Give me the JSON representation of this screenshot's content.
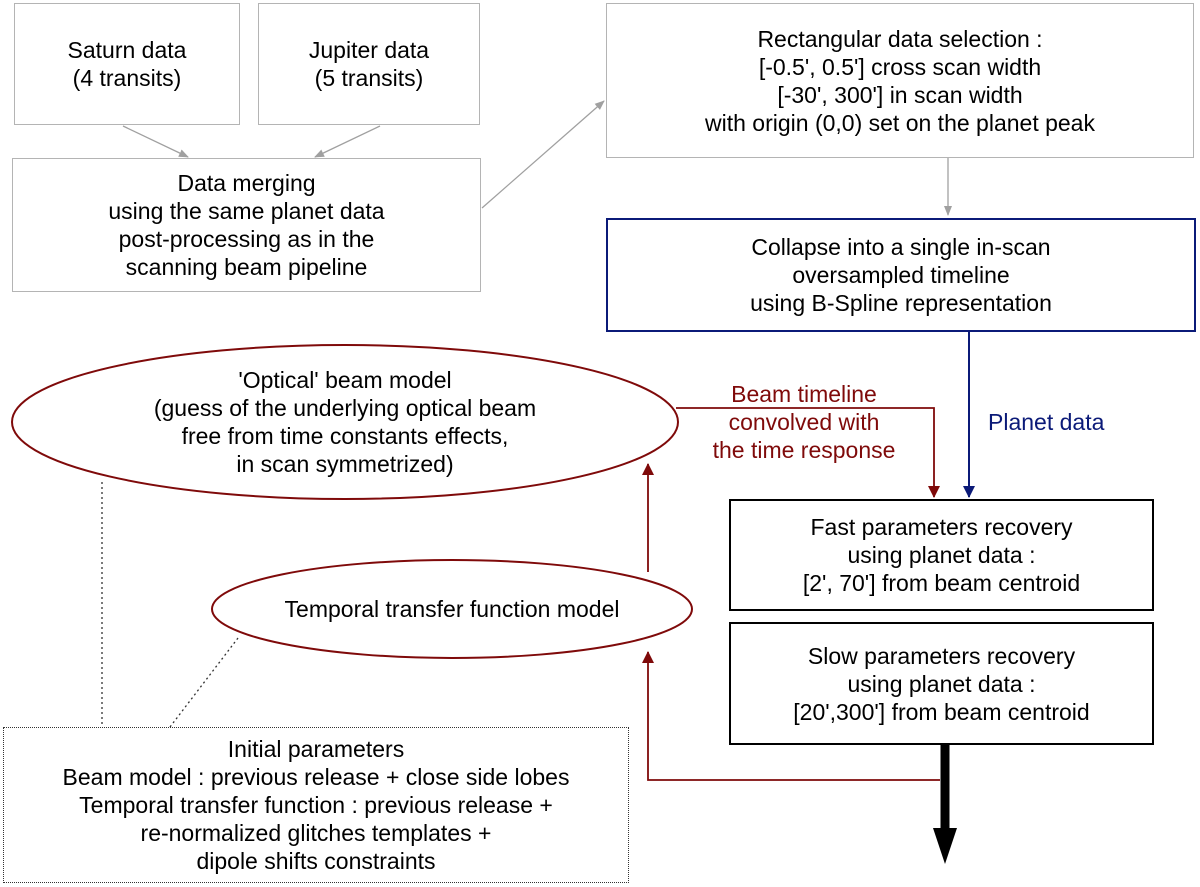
{
  "colors": {
    "grey_edge": "#b4b4b4",
    "grey_arrow": "#a0a0a0",
    "blue": "#0b1a78",
    "dark_red": "#7f0a0a",
    "black": "#000000"
  },
  "nodes": {
    "saturn": {
      "lines": [
        "Saturn data",
        "(4 transits)"
      ]
    },
    "jupiter": {
      "lines": [
        "Jupiter data",
        "(5 transits)"
      ]
    },
    "merging": {
      "lines": [
        "Data merging",
        "using the same planet data",
        "post-processing as in the",
        "scanning beam pipeline"
      ]
    },
    "selection": {
      "lines": [
        "Rectangular data selection :",
        "[-0.5', 0.5'] cross scan width",
        "[-30', 300'] in scan width",
        "with origin (0,0) set on the planet peak"
      ]
    },
    "collapse": {
      "lines": [
        "Collapse into a single in-scan",
        "oversampled timeline",
        "using B-Spline representation"
      ]
    },
    "optical_model": {
      "lines": [
        "'Optical' beam model",
        "(guess of the underlying optical beam",
        "free from time constants effects,",
        "in scan symmetrized)"
      ]
    },
    "temporal_model": {
      "lines": [
        "Temporal transfer function model"
      ]
    },
    "fast_recovery": {
      "lines": [
        "Fast parameters recovery",
        "using planet data :",
        "[2', 70'] from beam centroid"
      ]
    },
    "slow_recovery": {
      "lines": [
        "Slow parameters recovery",
        "using planet data :",
        "[20',300'] from beam centroid"
      ]
    },
    "initial_params": {
      "lines": [
        "Initial parameters",
        "Beam model : previous release + close side lobes",
        "Temporal transfer function : previous release +",
        "re-normalized glitches templates +",
        "dipole shifts constraints"
      ]
    }
  },
  "edge_labels": {
    "beam_timeline": {
      "lines": [
        "Beam timeline",
        "convolved with",
        "the time response"
      ]
    },
    "planet_data": {
      "lines": [
        "Planet data"
      ]
    }
  }
}
